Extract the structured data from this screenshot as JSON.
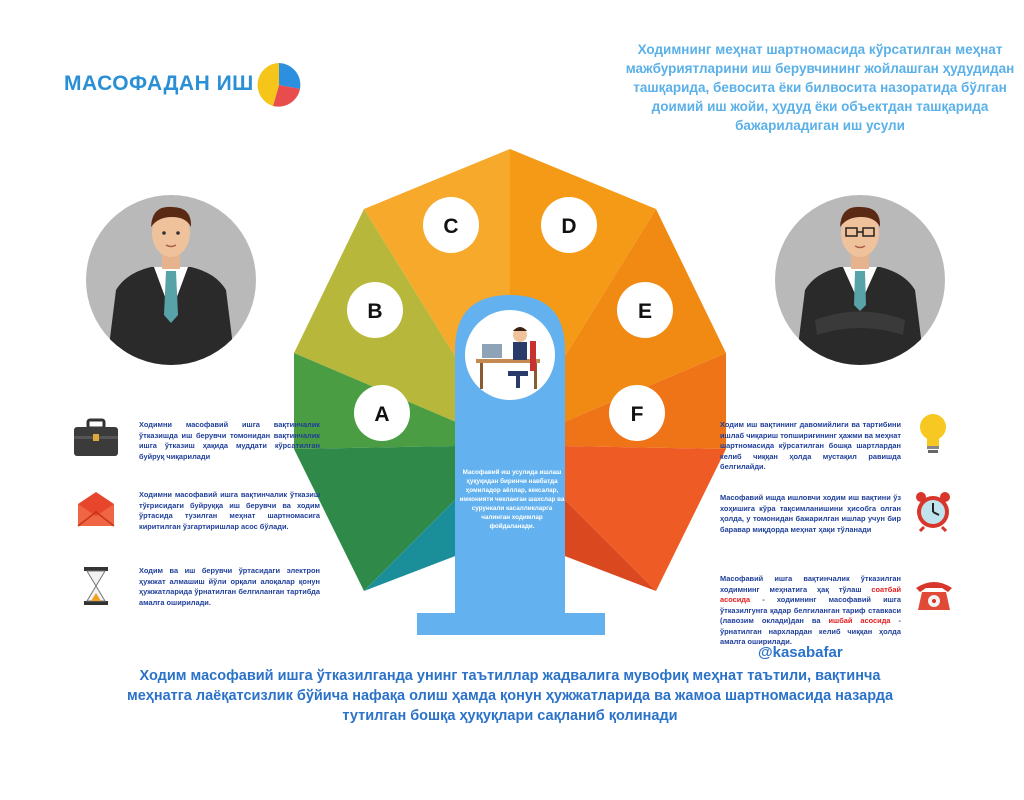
{
  "title": "МАСОФАДАН ИШ",
  "definition": "Ходимнинг меҳнат шартномасида кўрсатилган меҳнат мажбуриятларини иш берувчининг жойлашган ҳудудидан ташқарида, бевосита ёки билвосита назоратида бўлган доимий иш жойи, ҳудуд ёки объектдан ташқарида бажариладиган иш усули",
  "wheel_letters": [
    "A",
    "B",
    "C",
    "D",
    "E",
    "F"
  ],
  "center_text": "Масофавий иш усулида ишлаш ҳуқуқидан биринчи навбатда ҳомиладор аёллар, кексалар, имконияти чекланган шахслар ва сурункали касалликларга чалинган ходимлар фойдаланади.",
  "left_items": [
    {
      "icon": "briefcase-icon",
      "text": "Ходимни масофавий ишга вақтинчалик ўтказишда иш берувчи томонидан вақтинчалик ишга ўтказиш ҳақида муддати кўрсатилган буйруқ чиқарилади"
    },
    {
      "icon": "envelope-icon",
      "text": "Ходимни масофавий ишга вақтинчалик ўтказиш тўғрисидаги буйруққа иш берувчи ва ходим ўртасида тузилган меҳнат шартномасига киритилган ўзгартиришлар асос бўлади."
    },
    {
      "icon": "hourglass-icon",
      "text": "Ходим ва иш берувчи ўртасидаги электрон ҳужжат алмашиш йўли орқали алоқалар қонун ҳужжатларида ўрнатилган белгиланган тартибда амалга оширилади."
    }
  ],
  "right_items": [
    {
      "icon": "lightbulb-icon",
      "text": "Ходим иш вақтининг давомийлиги ва тартибини ишлаб чиқариш топшириғининг ҳажми ва меҳнат шартномасида кўрсатилган бошқа шартлардан келиб чиққан ҳолда мустақил равишда белгилайди."
    },
    {
      "icon": "alarm-clock-icon",
      "text": "Масофавий ишда ишловчи ходим иш вақтини ўз хоҳишига кўра тақсимланишини ҳисобга олган ҳолда, у томонидан бажарилган ишлар учун бир баравар миқдорда меҳнат ҳақи тўланади"
    },
    {
      "icon": "telephone-icon",
      "text_parts": [
        "Масофавий ишга вақтинчалик ўтказилган ходимнинг меҳнатига ҳақ тўлаш ",
        "соатбай асосида",
        " - ходимнинг масофавий ишга ўтказилгунга қадар белгиланган тариф ставкаси (лавозим оклади)дан ва ",
        "ишбай асосида",
        " - ўрнатилган нархлардан келиб чиққан ҳолда амалга оширилади."
      ]
    }
  ],
  "handle": "@kasabafar",
  "footer": "Ходим масофавий ишга ўтказилганда унинг таътиллар жадвалига мувофиқ меҳнат таътили, вақтинча меҳнатга лаёқатсизлик бўйича нафақа олиш ҳамда қонун ҳужжатларида ва жамоа шартномасида назарда тутилган бошқа ҳуқуқлари сақланиб қолинади",
  "colors": {
    "title_blue": "#2b8fd6",
    "definition_blue": "#5ab0e8",
    "body_navy": "#1f3f9a",
    "pillar_blue": "#63b2ef",
    "emphasis_red": "#e02020"
  }
}
